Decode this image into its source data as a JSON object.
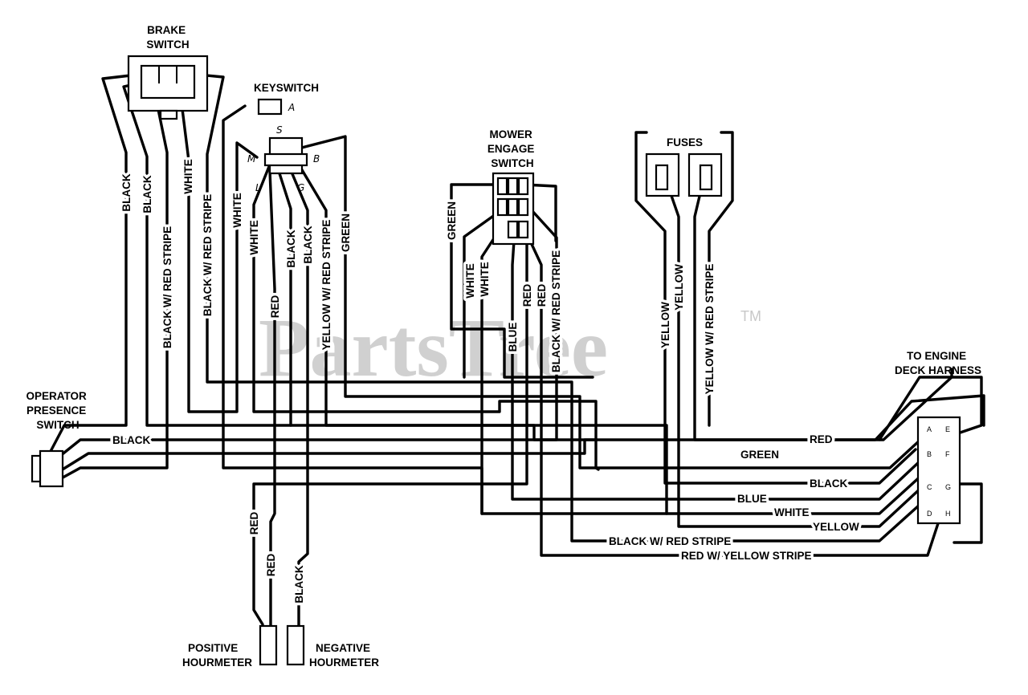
{
  "watermark": {
    "text": "PartsTree",
    "trademark": "TM"
  },
  "components": {
    "brake_switch": "BRAKE\nSWITCH",
    "keyswitch": "KEYSWITCH",
    "mower_engage_switch": "MOWER\nENGAGE\nSWITCH",
    "fuses": "FUSES",
    "operator_presence_switch": "OPERATOR\nPRESENCE\nSWITCH",
    "engine_deck_harness": "TO ENGINE\nDECK HARNESS",
    "positive_hourmeter": "POSITIVE\nHOURMETER",
    "negative_hourmeter": "NEGATIVE\nHOURMETER"
  },
  "keyswitch_terminals": {
    "a": "A",
    "s": "S",
    "m": "M",
    "b": "B",
    "l": "L",
    "g": "G"
  },
  "harness_pins": {
    "a": "A",
    "b": "B",
    "c": "C",
    "d": "D",
    "e": "E",
    "f": "F",
    "g": "G",
    "h": "H"
  },
  "vertical_wire_labels": {
    "black_1": "BLACK",
    "black_2": "BLACK",
    "black_red_stripe_1": "BLACK W/ RED STRIPE",
    "white_1": "WHITE",
    "black_red_stripe_2": "BLACK W/ RED STRIPE",
    "white_2": "WHITE",
    "white_3": "WHITE",
    "red_1": "RED",
    "black_3": "BLACK",
    "black_4": "BLACK",
    "yellow_red_stripe_1": "YELLOW W/ RED STRIPE",
    "green_1": "GREEN",
    "green_2": "GREEN",
    "white_4": "WHITE",
    "white_5": "WHITE",
    "blue_1": "BLUE",
    "red_2": "RED",
    "red_3": "RED",
    "black_red_stripe_3": "BLACK W/ RED STRIPE",
    "yellow_1": "YELLOW",
    "yellow_2": "YELLOW",
    "yellow_red_stripe_2": "YELLOW W/ RED STRIPE",
    "red_hour_1": "RED",
    "red_hour_2": "RED",
    "black_hour": "BLACK"
  },
  "horizontal_wire_labels": {
    "ops_black": "BLACK",
    "red": "RED",
    "green": "GREEN",
    "black": "BLACK",
    "blue": "BLUE",
    "white": "WHITE",
    "yellow": "YELLOW",
    "black_red_stripe": "BLACK W/ RED STRIPE",
    "red_yellow_stripe": "RED W/ YELLOW STRIPE"
  }
}
